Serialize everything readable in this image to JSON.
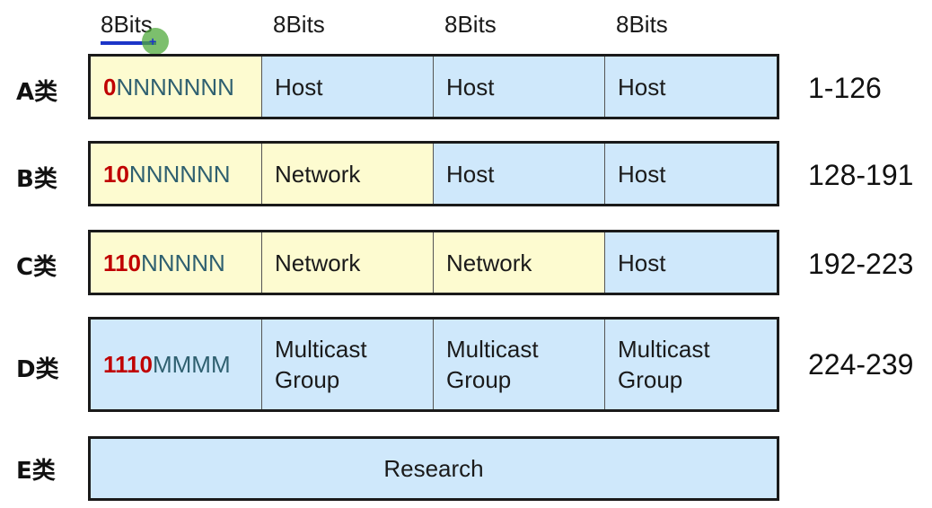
{
  "bits_headers": [
    "8Bits",
    "8Bits",
    "8Bits",
    "8Bits"
  ],
  "classes": [
    {
      "label": "A类",
      "prefix_bits": "0",
      "prefix_rest": "NNNNNNN",
      "cells": [
        "Host",
        "Host",
        "Host"
      ],
      "range": "1-126"
    },
    {
      "label": "B类",
      "prefix_bits": "10",
      "prefix_rest": "NNNNNN",
      "cells": [
        "Network",
        "Host",
        "Host"
      ],
      "range": "128-191"
    },
    {
      "label": "C类",
      "prefix_bits": "110",
      "prefix_rest": "NNNNN",
      "cells": [
        "Network",
        "Network",
        "Host"
      ],
      "range": "192-223"
    },
    {
      "label": "D类",
      "prefix_bits": "1110",
      "prefix_rest": "MMMM",
      "cells": [
        "Multicast Group",
        "Multicast Group",
        "Multicast Group"
      ],
      "range": "224-239"
    },
    {
      "label": "E类",
      "full_cell": "Research"
    }
  ],
  "colors": {
    "network_fill": "#fdfbd0",
    "host_fill": "#cfe8fb",
    "prefix_bits": "#c00000",
    "prefix_rest": "#2f6070"
  }
}
